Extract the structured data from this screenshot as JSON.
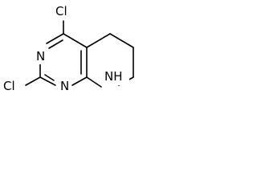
{
  "molecule": {
    "atoms": {
      "cl_top": "Cl",
      "cl_left": "Cl",
      "n1": "N",
      "n3": "N",
      "nh": "NH"
    }
  }
}
